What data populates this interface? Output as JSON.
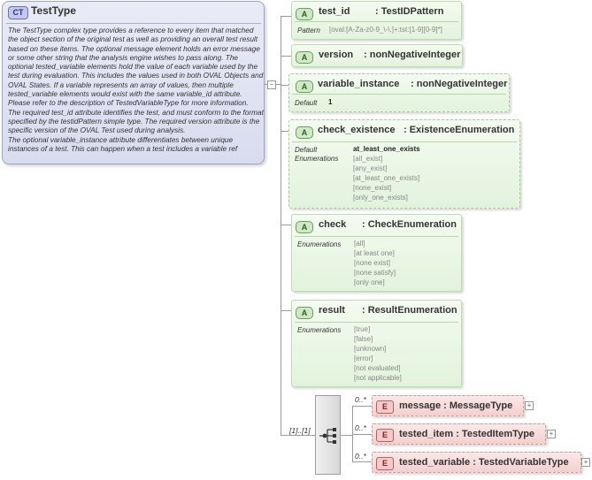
{
  "complex_type": {
    "badge": "CT",
    "name": "TestType",
    "description": "The TestType complex type provides a reference to every item that matched the object section of the original test as well as providing an overall test result based on these items. The optional message element holds an error message or some other string that the analysis engine wishes to pass along. The optional tested_variable elements hold the value of each variable used by the test during evaluation. This includes the values used in both OVAL Objects and OVAL States. If a variable represents an array of values, then multiple tested_variable elements would exist with the same variable_id attribute. Please refer to the description of TestedVariableType for more information.\nThe required test_id attribute identifies the test, and must conform to the format specified by the testidPattern simple type. The required version attribute is the specific version of the OVAL Test used during analysis.\nThe optional variable_instance attribute differentiates between unique instances of a test. This can happen when a test includes a variable ref"
  },
  "attributes": [
    {
      "badge": "A",
      "name": "test_id",
      "type": ": TestIDPattern",
      "props": [
        {
          "label": "Pattern",
          "values": [
            "[oval:[A-Za-z0-9_\\-\\.]+:tst:[1-9][0-9]*]"
          ]
        }
      ]
    },
    {
      "badge": "A",
      "name": "version",
      "type": ": nonNegativeInteger",
      "props": []
    },
    {
      "badge": "A",
      "name": "variable_instance",
      "type": ": nonNegativeInteger",
      "props": [
        {
          "label": "Default",
          "values": [
            "1"
          ]
        }
      ]
    },
    {
      "badge": "A",
      "name": "check_existence",
      "type": ": ExistenceEnumeration",
      "props": [
        {
          "label": "Default",
          "values": [
            "at_least_one_exists"
          ]
        },
        {
          "label": "Enumerations",
          "values": [
            "[all_exist]",
            "[any_exist]",
            "[at_least_one_exists]",
            "[none_exist]",
            "[only_one_exists]"
          ]
        }
      ]
    },
    {
      "badge": "A",
      "name": "check",
      "type": ": CheckEnumeration",
      "props": [
        {
          "label": "Enumerations",
          "values": [
            "[all]",
            "[at least one]",
            "[none exist]",
            "[none satisfy]",
            "[only one]"
          ]
        }
      ]
    },
    {
      "badge": "A",
      "name": "result",
      "type": ": ResultEnumeration",
      "props": [
        {
          "label": "Enumerations",
          "values": [
            "[true]",
            "[false]",
            "[unknown]",
            "[error]",
            "[not evaluated]",
            "[not applicable]"
          ]
        }
      ]
    }
  ],
  "sequence": {
    "cardinality": "[1]..[1]"
  },
  "elements": [
    {
      "badge": "E",
      "name": "message",
      "type": ": MessageType",
      "cardinality": "0..*",
      "expand": "+"
    },
    {
      "badge": "E",
      "name": "tested_item",
      "type": ": TestedItemType",
      "cardinality": "0..*",
      "expand": "+"
    },
    {
      "badge": "E",
      "name": "tested_variable",
      "type": ": TestedVariableType",
      "cardinality": "0..*",
      "expand": "+"
    }
  ],
  "colors": {
    "complex_type_bg": "#d8dcef",
    "attribute_bg": "#e2f3dc",
    "element_bg": "#f4cfcf"
  }
}
